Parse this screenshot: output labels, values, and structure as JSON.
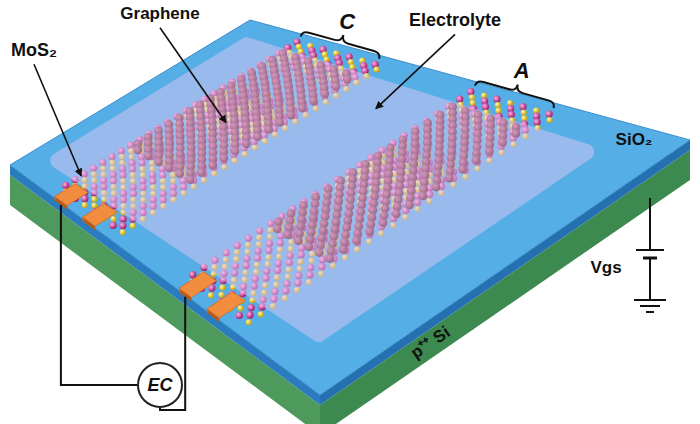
{
  "diagram": {
    "nodes": [
      {
        "text": [
          "EC"
        ]
      }
    ],
    "labels": [
      "MoS₂",
      "Graphene",
      "C",
      "Electrolyte",
      "A",
      "SiO₂",
      "p⁺⁺ Si",
      "Vgs"
    ]
  }
}
